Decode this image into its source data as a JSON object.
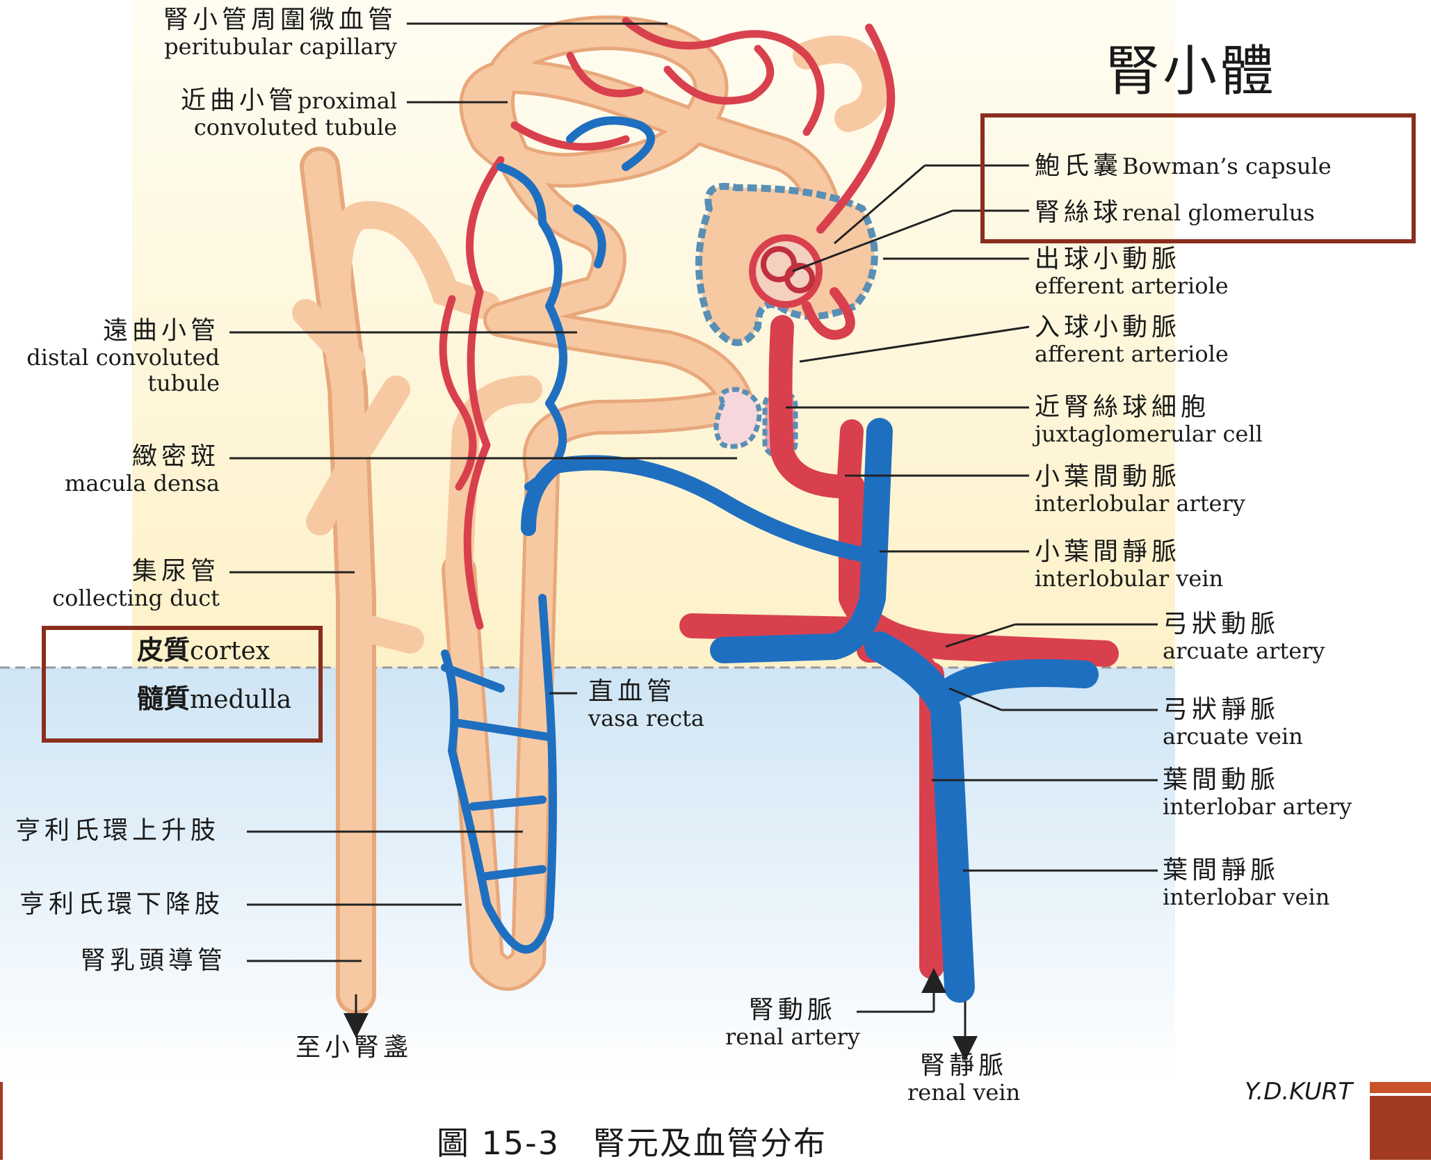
{
  "slide_title": "腎小體",
  "caption": "圖 15-3　腎元及血管分布",
  "signature": "Y.D.KURT",
  "zones": {
    "cortex_zh": "皮質",
    "cortex_en": "cortex",
    "medulla_zh": "髓質",
    "medulla_en": "medulla"
  },
  "labels_left": [
    {
      "zh": "腎小管周圍微血管",
      "en": "peritubular capillary"
    },
    {
      "zh": "近曲小管",
      "en": "proximal",
      "en2": "convoluted tubule"
    },
    {
      "zh": "遠曲小管",
      "en": "distal convoluted",
      "en2": "tubule"
    },
    {
      "zh": "緻密斑",
      "en": "macula densa"
    },
    {
      "zh": "集尿管",
      "en": "collecting duct"
    },
    {
      "zh": "亨利氏環上升肢"
    },
    {
      "zh": "亨利氏環下降肢"
    },
    {
      "zh": "腎乳頭導管"
    }
  ],
  "labels_bottom": {
    "to_calyx": "至小腎盞",
    "vasa_recta_zh": "直血管",
    "vasa_recta_en": "vasa recta",
    "renal_artery_zh": "腎動脈",
    "renal_artery_en": "renal artery",
    "renal_vein_zh": "腎靜脈",
    "renal_vein_en": "renal vein"
  },
  "labels_right": [
    {
      "zh": "鮑氏囊",
      "en": "Bowman’s capsule"
    },
    {
      "zh": "腎絲球",
      "en": "renal glomerulus"
    },
    {
      "zh": "出球小動脈",
      "en": "efferent arteriole"
    },
    {
      "zh": "入球小動脈",
      "en": "afferent arteriole"
    },
    {
      "zh": "近腎絲球細胞",
      "en": "juxtaglomerular cell"
    },
    {
      "zh": "小葉間動脈",
      "en": "interlobular artery"
    },
    {
      "zh": "小葉間靜脈",
      "en": "interlobular vein"
    },
    {
      "zh": "弓狀動脈",
      "en": "arcuate artery"
    },
    {
      "zh": "弓狀靜脈",
      "en": "arcuate vein"
    },
    {
      "zh": "葉間動脈",
      "en": "interlobar artery"
    },
    {
      "zh": "葉間靜脈",
      "en": "interlobar vein"
    }
  ],
  "colors": {
    "tubule": "#f5c29a",
    "artery": "#d9404e",
    "vein": "#1f6fc0",
    "cortex_bg": "#fdf4d2",
    "medulla_bg": "#d7e9f6",
    "box": "#8a2e1e"
  }
}
